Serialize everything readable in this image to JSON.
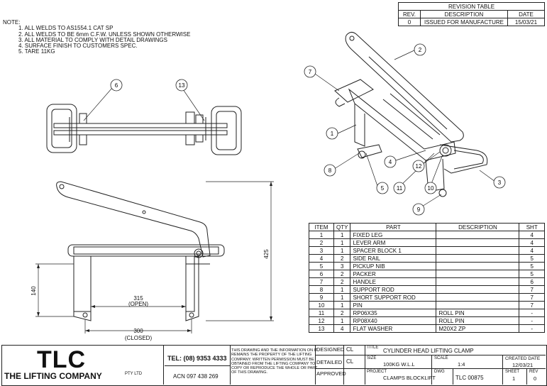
{
  "notes": {
    "heading": "NOTE:",
    "items": [
      "1. ALL WELDS TO AS1554.1 CAT SP",
      "2. ALL WELDS TO BE 6mm C.F.W. UNLESS SHOWN OTHERWISE",
      "3. ALL MATERIAL TO COMPLY WITH DETAIL DRAWINGS",
      "4. SURFACE FINISH TO CUSTOMERS SPEC.",
      "5. TARE 11KG"
    ]
  },
  "revision_table": {
    "title": "REVISION TABLE",
    "headers": [
      "REV.",
      "DESCRIPTION",
      "DATE"
    ],
    "rows": [
      [
        "0",
        "ISSUED FOR MANUFACTURE",
        "15/03/21"
      ]
    ]
  },
  "bom": {
    "headers": [
      "ITEM",
      "QTY",
      "PART",
      "DESCRIPTION",
      "SHT"
    ],
    "rows": [
      [
        "1",
        "1",
        "FIXED LEG",
        "",
        "4"
      ],
      [
        "2",
        "1",
        "LEVER ARM",
        "",
        "4"
      ],
      [
        "3",
        "1",
        "SPACER BLOCK 1",
        "",
        "4"
      ],
      [
        "4",
        "2",
        "SIDE RAIL",
        "",
        "5"
      ],
      [
        "5",
        "3",
        "PICKUP NIB",
        "",
        "5"
      ],
      [
        "6",
        "2",
        "PACKER",
        "",
        "5"
      ],
      [
        "7",
        "2",
        "HANDLE",
        "",
        "6"
      ],
      [
        "8",
        "1",
        "SUPPORT ROD",
        "",
        "7"
      ],
      [
        "9",
        "1",
        "SHORT SUPPORT ROD",
        "",
        "7"
      ],
      [
        "10",
        "1",
        "PIN",
        "",
        "7"
      ],
      [
        "11",
        "2",
        "RP06X35",
        "ROLL PIN",
        "-"
      ],
      [
        "12",
        "1",
        "RP08X40",
        "ROLL PIN",
        "-"
      ],
      [
        "13",
        "4",
        "FLAT WASHER",
        "M20X2 ZP",
        "-"
      ]
    ]
  },
  "balloons": [
    "1",
    "2",
    "3",
    "4",
    "5",
    "6",
    "7",
    "8",
    "9",
    "10",
    "11",
    "12",
    "13"
  ],
  "dimensions": {
    "height": "425",
    "left_height": "140",
    "open_width": "315",
    "open_label": "(OPEN)",
    "closed_width": "300",
    "closed_label": "(CLOSED)"
  },
  "title_block": {
    "logo": "TLC",
    "company": "THE LIFTING COMPANY",
    "ptyltd": "PTY LTD",
    "tel": "TEL: (08) 9353 4333",
    "acn": "ACN 097 438 269",
    "legal": "THIS DRAWING AND THE INFORMATION ON IT REMAINS THE PROPERTY OF THE LIFTING COMPANY. WRITTEN PERMISSION MUST BE OBTAINED FROM THE LIFTING COMPANY TO COPY OR REPRODUCE THE WHOLE OR PART OF THIS DRAWING.",
    "designed_label": "DESIGNED",
    "designed": "CL",
    "detailed_label": "DETAILED",
    "detailed": "CL",
    "approved_label": "APPROVED",
    "title_label": "TITLE",
    "title": "CYLINDER HEAD LIFTING CLAMP",
    "size_label": "SIZE",
    "size": "100KG W.L.L",
    "scale_label": "SCALE",
    "scale": "1:4",
    "created_label": "CREATED DATE",
    "created": "12/03/21",
    "project_label": "PROJECT",
    "project": "CLAMPS BLOCKLIFT",
    "dwg_label": "DWG",
    "dwg": "TLC 00875",
    "sheet_label": "SHEET",
    "sheet": "1",
    "rev_label": "REV",
    "rev": "0"
  }
}
